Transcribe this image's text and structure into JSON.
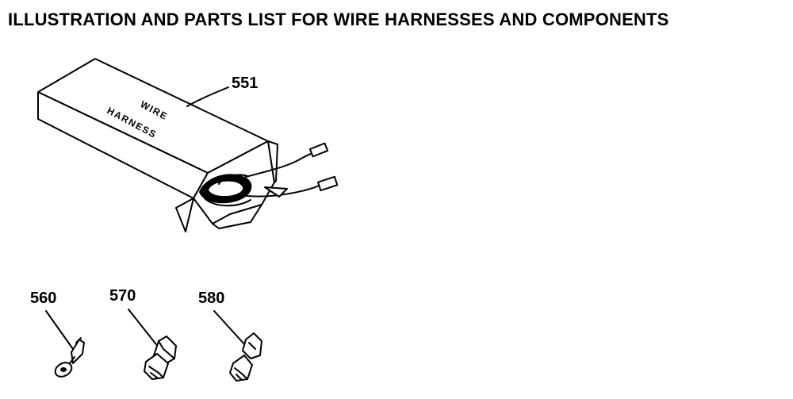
{
  "title": "ILLUSTRATION AND PARTS LIST FOR WIRE HARNESSES AND COMPONENTS",
  "parts": [
    {
      "number": "551",
      "label_line1": "WIRE",
      "label_line2": "HARNESS"
    },
    {
      "number": "560"
    },
    {
      "number": "570"
    },
    {
      "number": "580"
    }
  ]
}
